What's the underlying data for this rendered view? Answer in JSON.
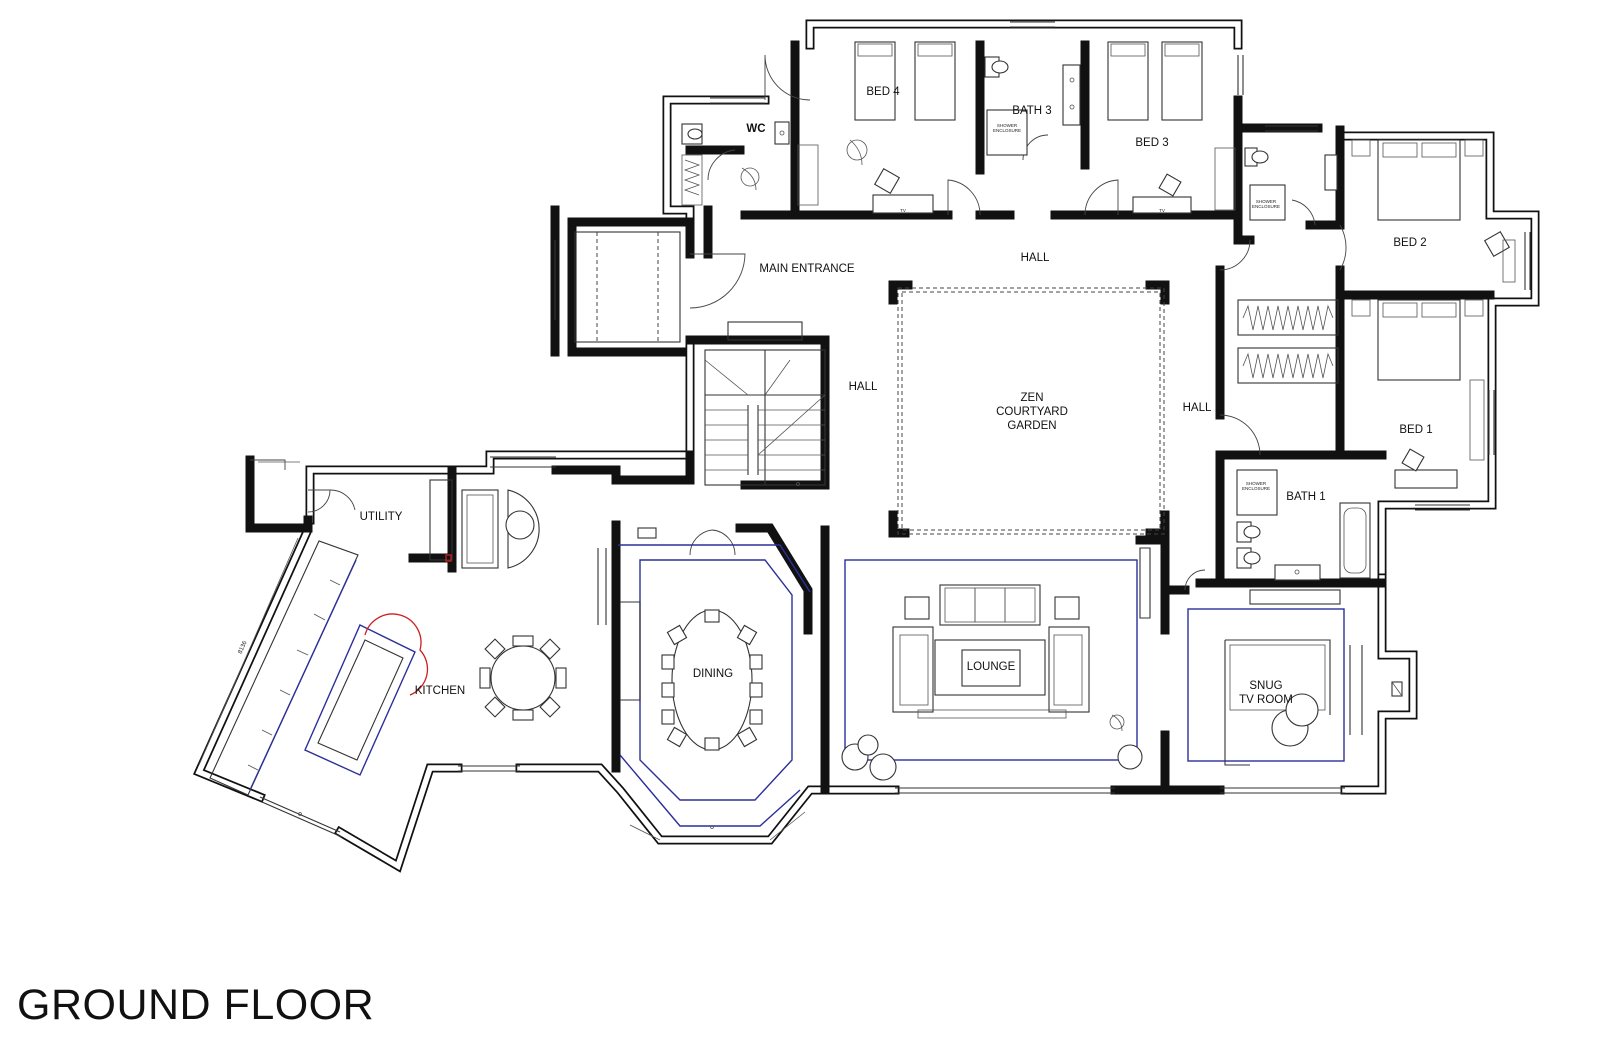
{
  "title": "GROUND FLOOR",
  "rooms": {
    "bed4": "BED 4",
    "wc": "WC",
    "bath3": "BATH 3",
    "bed3": "BED 3",
    "bed2": "BED 2",
    "bed1": "BED 1",
    "bath1": "BATH 1",
    "main_entrance": "MAIN ENTRANCE",
    "hall_top": "HALL",
    "hall_left": "HALL",
    "hall_right": "HALL",
    "zen_line1": "ZEN",
    "zen_line2": "COURTYARD",
    "zen_line3": "GARDEN",
    "utility": "UTILITY",
    "kitchen": "KITCHEN",
    "dining": "DINING",
    "lounge": "LOUNGE",
    "snug_line1": "SNUG",
    "snug_line2": "TV ROOM"
  },
  "fixtures": {
    "tv": "TV",
    "shower_line1": "SHOWER",
    "shower_line2": "ENCLOSURE"
  },
  "dimension": "8136",
  "colors": {
    "walls": "#111111",
    "furniture_outline": "#2b2f99",
    "swing_arc": "#cc1f1f"
  }
}
